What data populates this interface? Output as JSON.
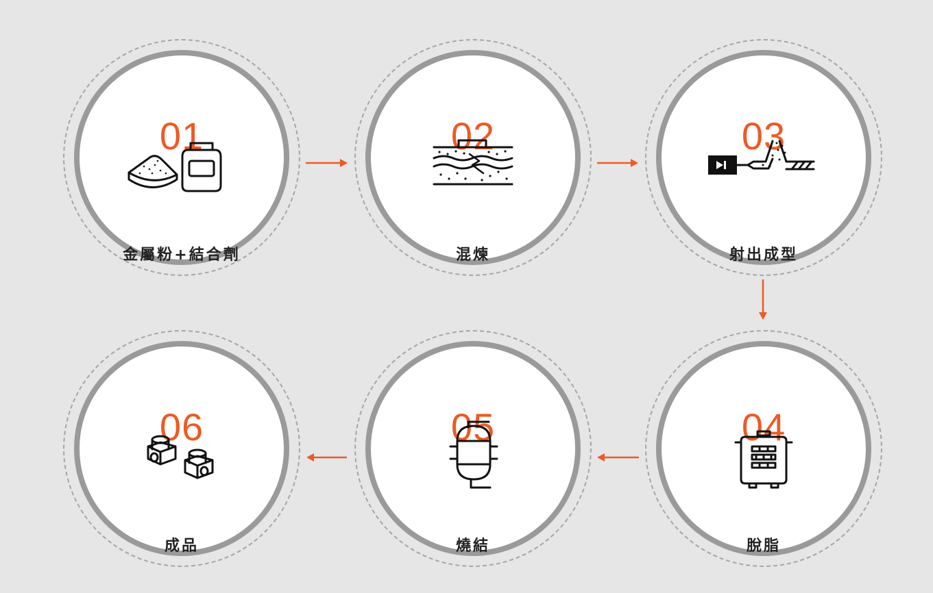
{
  "accent_color": "#ee5a24",
  "steps": [
    {
      "number": "01",
      "label": "金屬粉+結合劑",
      "icon": "powder-and-jar-icon"
    },
    {
      "number": "02",
      "label": "混煉",
      "icon": "mixing-layers-icon"
    },
    {
      "number": "03",
      "label": "射出成型",
      "icon": "injection-molding-icon"
    },
    {
      "number": "04",
      "label": "脫脂",
      "icon": "debinding-oven-icon"
    },
    {
      "number": "05",
      "label": "燒結",
      "icon": "sintering-furnace-icon"
    },
    {
      "number": "06",
      "label": "成品",
      "icon": "finished-parts-icon"
    }
  ]
}
